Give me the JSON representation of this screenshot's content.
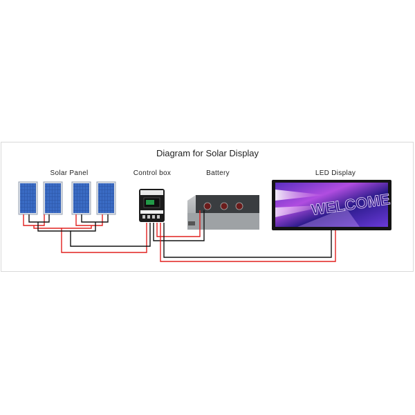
{
  "title": "Diagram for Solar Display",
  "components": {
    "solar_panel": "Solar Panel",
    "control_box": "Control box",
    "battery": "Battery",
    "led_display": "LED Display"
  },
  "led_screen_text": "WELCOME",
  "colors": {
    "positive_wire": "#e0201e",
    "negative_wire": "#111111",
    "panel_blue": "#2b4f9a",
    "led_purple": "#7b3fd0"
  },
  "icons": {
    "solar_panel": "solar-panel-icon",
    "control_box": "charge-controller-icon",
    "battery": "battery-box-icon",
    "led_display": "led-screen-icon"
  }
}
